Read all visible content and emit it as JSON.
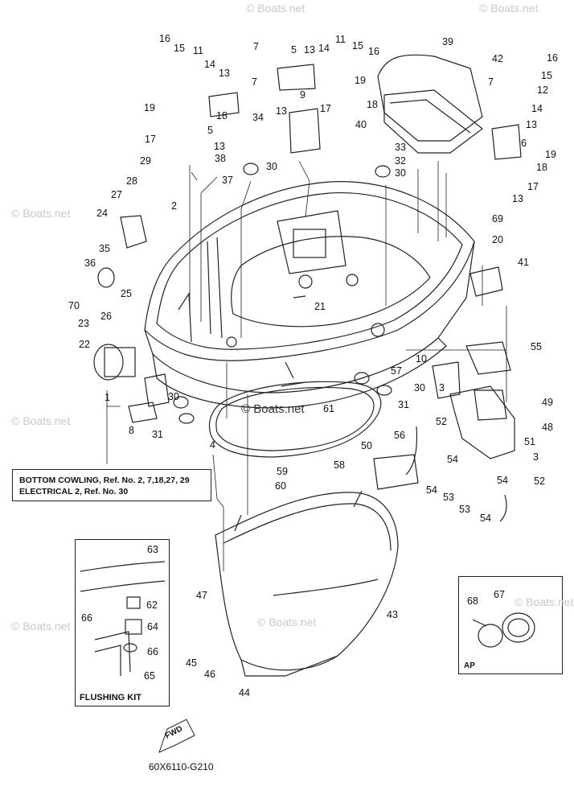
{
  "diagram": {
    "callouts": [
      {
        "id": "c16a",
        "text": "16"
      },
      {
        "id": "c15a",
        "text": "15"
      },
      {
        "id": "c11a",
        "text": "11"
      },
      {
        "id": "c14a",
        "text": "14"
      },
      {
        "id": "c13a",
        "text": "13"
      },
      {
        "id": "c7a",
        "text": "7"
      },
      {
        "id": "c19a",
        "text": "19"
      },
      {
        "id": "c18a",
        "text": "18"
      },
      {
        "id": "c5a",
        "text": "5"
      },
      {
        "id": "c13b",
        "text": "13"
      },
      {
        "id": "c17a",
        "text": "17"
      },
      {
        "id": "c38",
        "text": "38"
      },
      {
        "id": "c29",
        "text": "29"
      },
      {
        "id": "c37",
        "text": "37"
      },
      {
        "id": "c28",
        "text": "28"
      },
      {
        "id": "c27",
        "text": "27"
      },
      {
        "id": "c2",
        "text": "2"
      },
      {
        "id": "c24",
        "text": "24"
      },
      {
        "id": "c35",
        "text": "35"
      },
      {
        "id": "c36",
        "text": "36"
      },
      {
        "id": "c70",
        "text": "70"
      },
      {
        "id": "c25",
        "text": "25"
      },
      {
        "id": "c23",
        "text": "23"
      },
      {
        "id": "c26",
        "text": "26"
      },
      {
        "id": "c22",
        "text": "22"
      },
      {
        "id": "c1",
        "text": "1"
      },
      {
        "id": "c8",
        "text": "8"
      },
      {
        "id": "c30a",
        "text": "30"
      },
      {
        "id": "c31a",
        "text": "31"
      },
      {
        "id": "c4",
        "text": "4"
      },
      {
        "id": "c7b",
        "text": "7"
      },
      {
        "id": "c5b",
        "text": "5"
      },
      {
        "id": "c13c",
        "text": "13"
      },
      {
        "id": "c14b",
        "text": "14"
      },
      {
        "id": "c11b",
        "text": "11"
      },
      {
        "id": "c15b",
        "text": "15"
      },
      {
        "id": "c16b",
        "text": "16"
      },
      {
        "id": "c19b",
        "text": "19"
      },
      {
        "id": "c9",
        "text": "9"
      },
      {
        "id": "c13d",
        "text": "13"
      },
      {
        "id": "c17b",
        "text": "17"
      },
      {
        "id": "c18b",
        "text": "18"
      },
      {
        "id": "c34",
        "text": "34"
      },
      {
        "id": "c30b",
        "text": "30"
      },
      {
        "id": "c39",
        "text": "39"
      },
      {
        "id": "c42",
        "text": "42"
      },
      {
        "id": "c16c",
        "text": "16"
      },
      {
        "id": "c15c",
        "text": "15"
      },
      {
        "id": "c12",
        "text": "12"
      },
      {
        "id": "c7c",
        "text": "7"
      },
      {
        "id": "c14c",
        "text": "14"
      },
      {
        "id": "c13e",
        "text": "13"
      },
      {
        "id": "c6",
        "text": "6"
      },
      {
        "id": "c19c",
        "text": "19"
      },
      {
        "id": "c18c",
        "text": "18"
      },
      {
        "id": "c17c",
        "text": "17"
      },
      {
        "id": "c13f",
        "text": "13"
      },
      {
        "id": "c40",
        "text": "40"
      },
      {
        "id": "c33",
        "text": "33"
      },
      {
        "id": "c32",
        "text": "32"
      },
      {
        "id": "c30c",
        "text": "30"
      },
      {
        "id": "c69",
        "text": "69"
      },
      {
        "id": "c20",
        "text": "20"
      },
      {
        "id": "c41",
        "text": "41"
      },
      {
        "id": "c21",
        "text": "21"
      },
      {
        "id": "c55",
        "text": "55"
      },
      {
        "id": "c57",
        "text": "57"
      },
      {
        "id": "c10",
        "text": "10"
      },
      {
        "id": "c30d",
        "text": "30"
      },
      {
        "id": "c3a",
        "text": "3"
      },
      {
        "id": "c31b",
        "text": "31"
      },
      {
        "id": "c61",
        "text": "61"
      },
      {
        "id": "c49",
        "text": "49"
      },
      {
        "id": "c48",
        "text": "48"
      },
      {
        "id": "c52a",
        "text": "52"
      },
      {
        "id": "c56",
        "text": "56"
      },
      {
        "id": "c51",
        "text": "51"
      },
      {
        "id": "c50",
        "text": "50"
      },
      {
        "id": "c3b",
        "text": "3"
      },
      {
        "id": "c54a",
        "text": "54"
      },
      {
        "id": "c58",
        "text": "58"
      },
      {
        "id": "c54b",
        "text": "54"
      },
      {
        "id": "c53a",
        "text": "53"
      },
      {
        "id": "c54c",
        "text": "54"
      },
      {
        "id": "c52b",
        "text": "52"
      },
      {
        "id": "c53b",
        "text": "53"
      },
      {
        "id": "c54d",
        "text": "54"
      },
      {
        "id": "c59",
        "text": "59"
      },
      {
        "id": "c60",
        "text": "60"
      },
      {
        "id": "c63",
        "text": "63"
      },
      {
        "id": "c47",
        "text": "47"
      },
      {
        "id": "c62",
        "text": "62"
      },
      {
        "id": "c66a",
        "text": "66"
      },
      {
        "id": "c64",
        "text": "64"
      },
      {
        "id": "c66b",
        "text": "66"
      },
      {
        "id": "c65",
        "text": "65"
      },
      {
        "id": "c43",
        "text": "43"
      },
      {
        "id": "c68",
        "text": "68"
      },
      {
        "id": "c67",
        "text": "67"
      },
      {
        "id": "c45",
        "text": "45"
      },
      {
        "id": "c46",
        "text": "46"
      },
      {
        "id": "c44",
        "text": "44"
      }
    ],
    "note_lines": [
      "BOTTOM COWLING, Ref. No. 2, 7,18,27, 29",
      "ELECTRICAL 2, Ref. No. 30"
    ],
    "flushing_kit_label": "FLUSHING KIT",
    "ap_label": "AP",
    "fwd_label": "FWD",
    "diagram_code": "60X6110-G210",
    "watermark": "© Boats.net",
    "watermark_center": "© Boats.net"
  }
}
